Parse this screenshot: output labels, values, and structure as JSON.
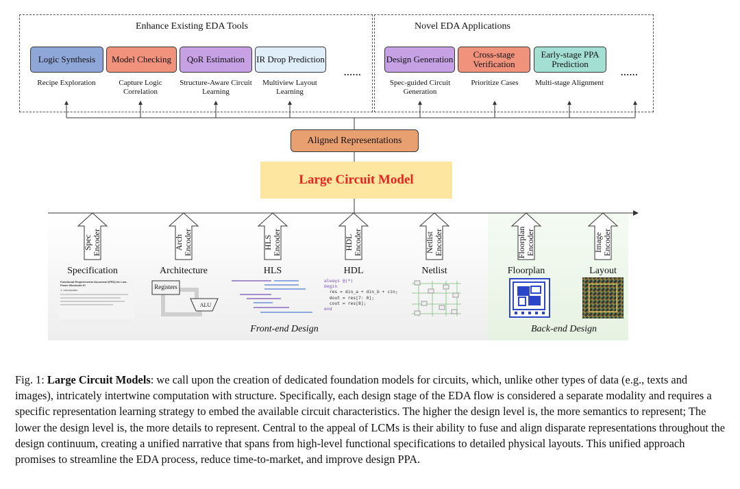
{
  "top": {
    "left_group_title": "Enhance Existing EDA Tools",
    "right_group_title": "Novel EDA Applications",
    "ellipsis": "......",
    "left_tools": [
      {
        "label": "Logic Synthesis",
        "task": "Recipe Exploration",
        "color": "#8fa6d8"
      },
      {
        "label": "Model Checking",
        "task": "Capture Logic Correlation",
        "color": "#f0927c"
      },
      {
        "label": "QoR Estimation",
        "task": "Structure-Aware Circuit Learning",
        "color": "#c6a1e3"
      },
      {
        "label": "IR Drop Prediction",
        "task": "Multiview Layout Learning",
        "color": "#dfeef9"
      }
    ],
    "right_tools": [
      {
        "label": "Design Generation",
        "task": "Spec-guided Circuit Generation",
        "color": "#c6a1e3"
      },
      {
        "label": "Cross-stage Verification",
        "task": "Prioritize Cases",
        "color": "#f0927c"
      },
      {
        "label": "Early-stage PPA Prediction",
        "task": "Multi-stage Alignment",
        "color": "#a3e0d3"
      }
    ]
  },
  "aligned": {
    "label": "Aligned Representations",
    "color": "#e9a070"
  },
  "lcm": {
    "label": "Large Circuit Model",
    "bg": "#fde7a0",
    "text_color": "#e8231f"
  },
  "stages": [
    {
      "encoder_line1": "Spec",
      "encoder_line2": "Encoder",
      "name": "Specification"
    },
    {
      "encoder_line1": "Arch",
      "encoder_line2": "Encoder",
      "name": "Architecture"
    },
    {
      "encoder_line1": "HLS",
      "encoder_line2": "Encoder",
      "name": "HLS"
    },
    {
      "encoder_line1": "HDL",
      "encoder_line2": "Encoder",
      "name": "HDL"
    },
    {
      "encoder_line1": "Netlist",
      "encoder_line2": "Encoder",
      "name": "Netlist"
    },
    {
      "encoder_line1": "Floorplan",
      "encoder_line2": "Encoder",
      "name": "Floorplan"
    },
    {
      "encoder_line1": "Image",
      "encoder_line2": "Encoder",
      "name": "Layout"
    }
  ],
  "sections": {
    "front_end": "Front-end Design",
    "back_end": "Back-end Design"
  },
  "thumbnails": {
    "spec_title": "Functional Requirements Document (FRD) for Low-Power Bluetooth IC",
    "spec_heading": "1. Introduction",
    "arch_registers": "Registers",
    "arch_alu": "ALU",
    "hdl_lines": [
      "always @(*)",
      "begin",
      "  res = din_a + din_b + cin;",
      "  dout = res[7: 0];",
      "  cout = res[8];",
      "end"
    ]
  },
  "caption": {
    "prefix": "Fig. 1: ",
    "bold": "Large Circuit Models",
    "text": ": we call upon the creation of dedicated foundation models for circuits, which, unlike other types of data (e.g., texts and images), intricately intertwine computation with structure. Specifically, each design stage of the EDA flow is considered a separate modality and requires a specific representation learning strategy to embed the available circuit characteristics. The higher the design level is, the more semantics to represent; The lower the design level is, the more details to represent. Central to the appeal of LCMs is their ability to fuse and align disparate representations throughout the design continuum, creating a unified narrative that spans from high-level functional specifications to detailed physical layouts. This unified approach promises to streamline the EDA process, reduce time-to-market, and improve design PPA."
  }
}
